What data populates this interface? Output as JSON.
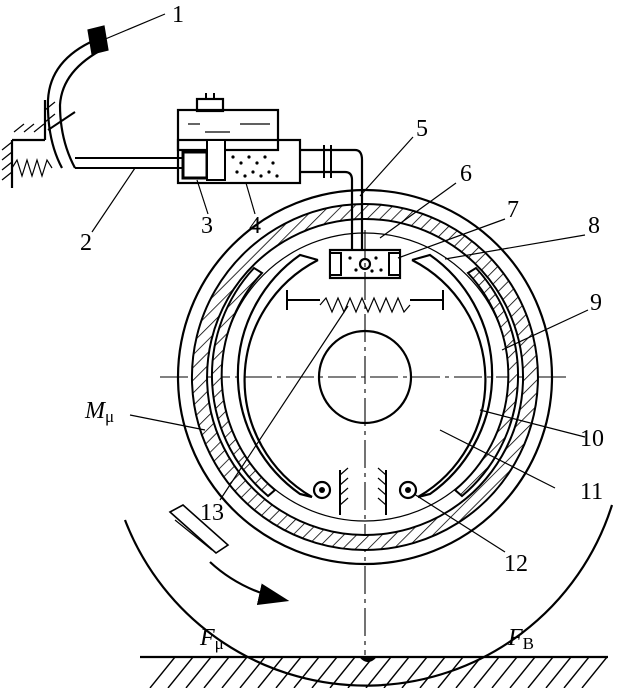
{
  "labels": {
    "n1": "1",
    "n2": "2",
    "n3": "3",
    "n4": "4",
    "n5": "5",
    "n6": "6",
    "n7": "7",
    "n8": "8",
    "n9": "9",
    "n10": "10",
    "n11": "11",
    "n12": "12",
    "n13": "13"
  },
  "symbols": {
    "m_main": "M",
    "m_sub": "μ",
    "fmu_main": "F",
    "fmu_sub": "μ",
    "fb_main": "F",
    "fb_sub": "B"
  }
}
